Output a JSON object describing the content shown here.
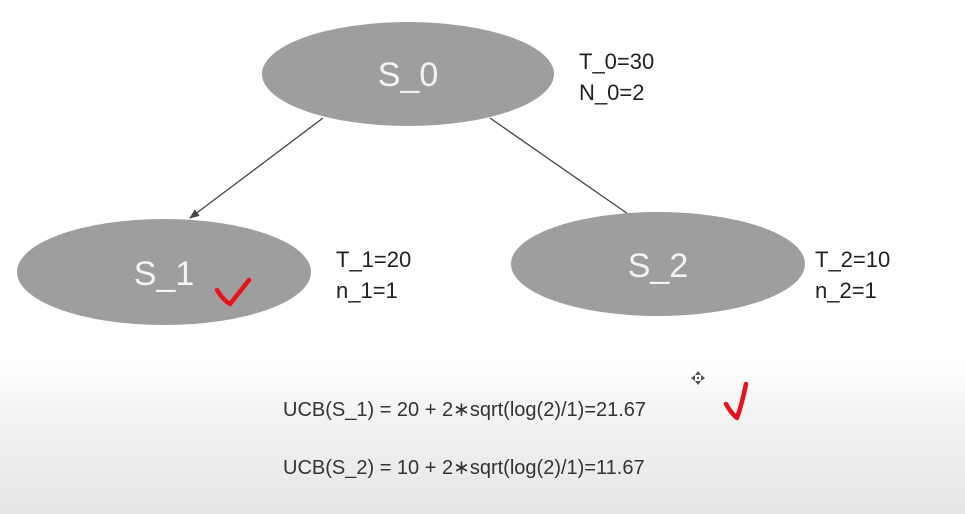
{
  "nodes": {
    "s0": {
      "label": "S_0",
      "stat_t": "T_0=30",
      "stat_n": "N_0=2"
    },
    "s1": {
      "label": "S_1",
      "stat_t": "T_1=20",
      "stat_n": "n_1=1"
    },
    "s2": {
      "label": "S_2",
      "stat_t": "T_2=10",
      "stat_n": "n_2=1"
    }
  },
  "formulas": {
    "ucb_s1": "UCB(S_1) = 20 + 2∗sqrt(log(2)/1)=21.67",
    "ucb_s2": "UCB(S_2) = 10 + 2∗sqrt(log(2)/1)=11.67"
  },
  "icons": {
    "checkmark": "red-checkmark-icon",
    "cursor": "move-cursor-icon"
  },
  "colors": {
    "node_fill": "#9e9e9e",
    "node_text": "#f4f4f4",
    "edge": "#444444",
    "checkmark": "#e8121b"
  }
}
